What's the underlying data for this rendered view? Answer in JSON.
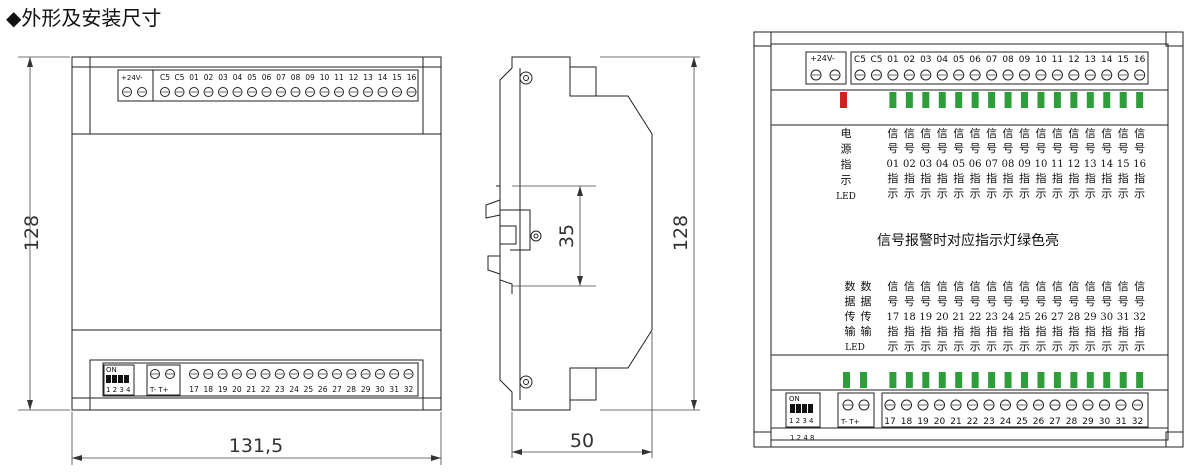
{
  "title": "◆外形及安装尺寸",
  "front": {
    "power_label": "+24V-",
    "top_terminals": [
      "C5",
      "C5",
      "01",
      "02",
      "03",
      "04",
      "05",
      "06",
      "07",
      "08",
      "09",
      "10",
      "11",
      "12",
      "13",
      "14",
      "15",
      "16"
    ],
    "bottom_terminals": [
      "17",
      "18",
      "19",
      "20",
      "21",
      "22",
      "23",
      "24",
      "25",
      "26",
      "27",
      "28",
      "29",
      "30",
      "31",
      "32"
    ],
    "dip_label": "ON",
    "dip_numbers": "1 2 3 4",
    "comm_label": "T-  T+",
    "width": "131,5",
    "height": "128"
  },
  "side": {
    "height": "128",
    "depth": "50",
    "rail": "35"
  },
  "panel": {
    "power_label": "+24V-",
    "top_terminals": [
      "C5",
      "C5",
      "01",
      "02",
      "03",
      "04",
      "05",
      "06",
      "07",
      "08",
      "09",
      "10",
      "11",
      "12",
      "13",
      "14",
      "15",
      "16"
    ],
    "bottom_terminals": [
      "17",
      "18",
      "19",
      "20",
      "21",
      "22",
      "23",
      "24",
      "25",
      "26",
      "27",
      "28",
      "29",
      "30",
      "31",
      "32"
    ],
    "power_led_label": [
      "电",
      "源",
      "指",
      "示",
      "LED"
    ],
    "upper_sig_nums": [
      "01",
      "02",
      "03",
      "04",
      "05",
      "06",
      "07",
      "08",
      "09",
      "10",
      "11",
      "12",
      "13",
      "14",
      "15",
      "16"
    ],
    "lower_sig_nums": [
      "17",
      "18",
      "19",
      "20",
      "21",
      "22",
      "23",
      "24",
      "25",
      "26",
      "27",
      "28",
      "29",
      "30",
      "31",
      "32"
    ],
    "sig_char1": "信",
    "sig_char2": "号",
    "sig_char3": "指",
    "sig_char4": "示",
    "center_note": "信号报警时对应指示灯绿色亮",
    "data_led_label": [
      "数",
      "据",
      "传",
      "输",
      "LED"
    ],
    "dip_label": "ON",
    "dip_numbers": "1 2 3 4",
    "dip_values": "1 2 4 8",
    "comm_label": "T-  T+"
  },
  "colors": {
    "led_green": "#2e9e3a",
    "led_red": "#d42020"
  }
}
